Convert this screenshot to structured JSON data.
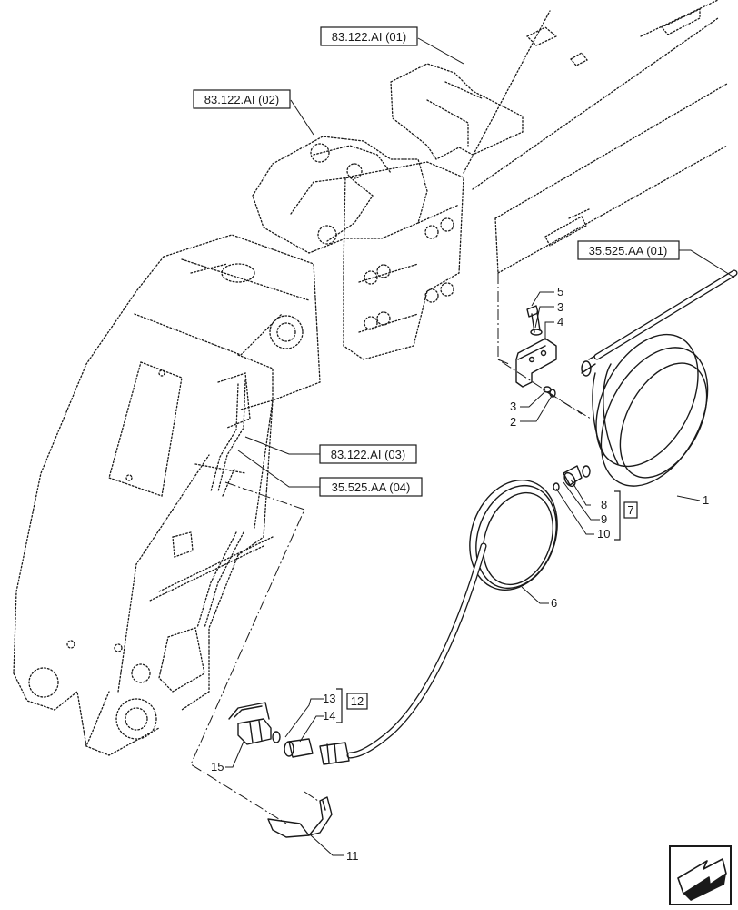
{
  "references": [
    {
      "id": "ref-1",
      "label": "83.122.AI (01)"
    },
    {
      "id": "ref-2",
      "label": "83.122.AI (02)"
    },
    {
      "id": "ref-3",
      "label": "35.525.AA (01)"
    },
    {
      "id": "ref-4",
      "label": "83.122.AI (03)"
    },
    {
      "id": "ref-5",
      "label": "35.525.AA (04)"
    }
  ],
  "callouts": [
    "1",
    "2",
    "3",
    "3",
    "4",
    "5",
    "6",
    "8",
    "9",
    "10",
    "11",
    "13",
    "14",
    "15"
  ],
  "kit_labels": {
    "kit_7": "7",
    "kit_12": "12"
  },
  "nav_icon": "arrow-icon"
}
